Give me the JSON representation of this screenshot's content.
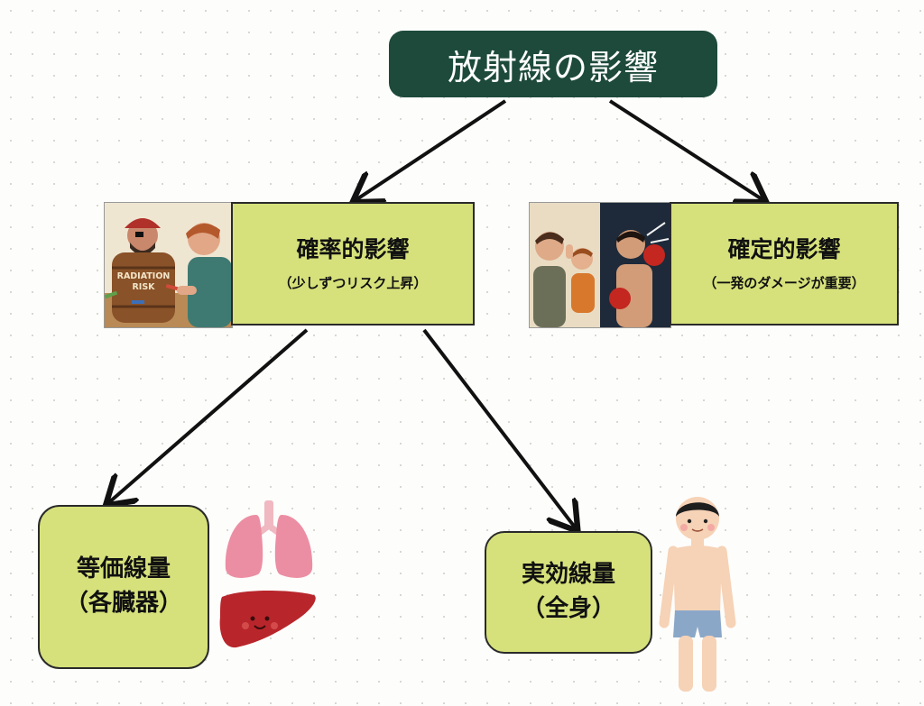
{
  "diagram": {
    "root": {
      "label": "放射線の影響"
    },
    "stochastic": {
      "title": "確率的影響",
      "subtitle": "（少しずつリスク上昇）"
    },
    "deterministic": {
      "title": "確定的影響",
      "subtitle": "（一発のダメージが重要）"
    },
    "equivalent_dose": {
      "line1": "等価線量",
      "line2": "（各臓器）"
    },
    "effective_dose": {
      "line1": "実効線量",
      "line2": "（全身）"
    },
    "illustration_left": {
      "barrel_text_line1": "RADIATION",
      "barrel_text_line2": "RISK"
    }
  },
  "colors": {
    "root_bg": "#1d4a3b",
    "box_bg": "#d6e17b",
    "arrow": "#111111"
  },
  "icons": [
    "barrel-game-illustration",
    "boxing-punch-illustration",
    "lungs-icon",
    "liver-icon",
    "person-icon"
  ]
}
